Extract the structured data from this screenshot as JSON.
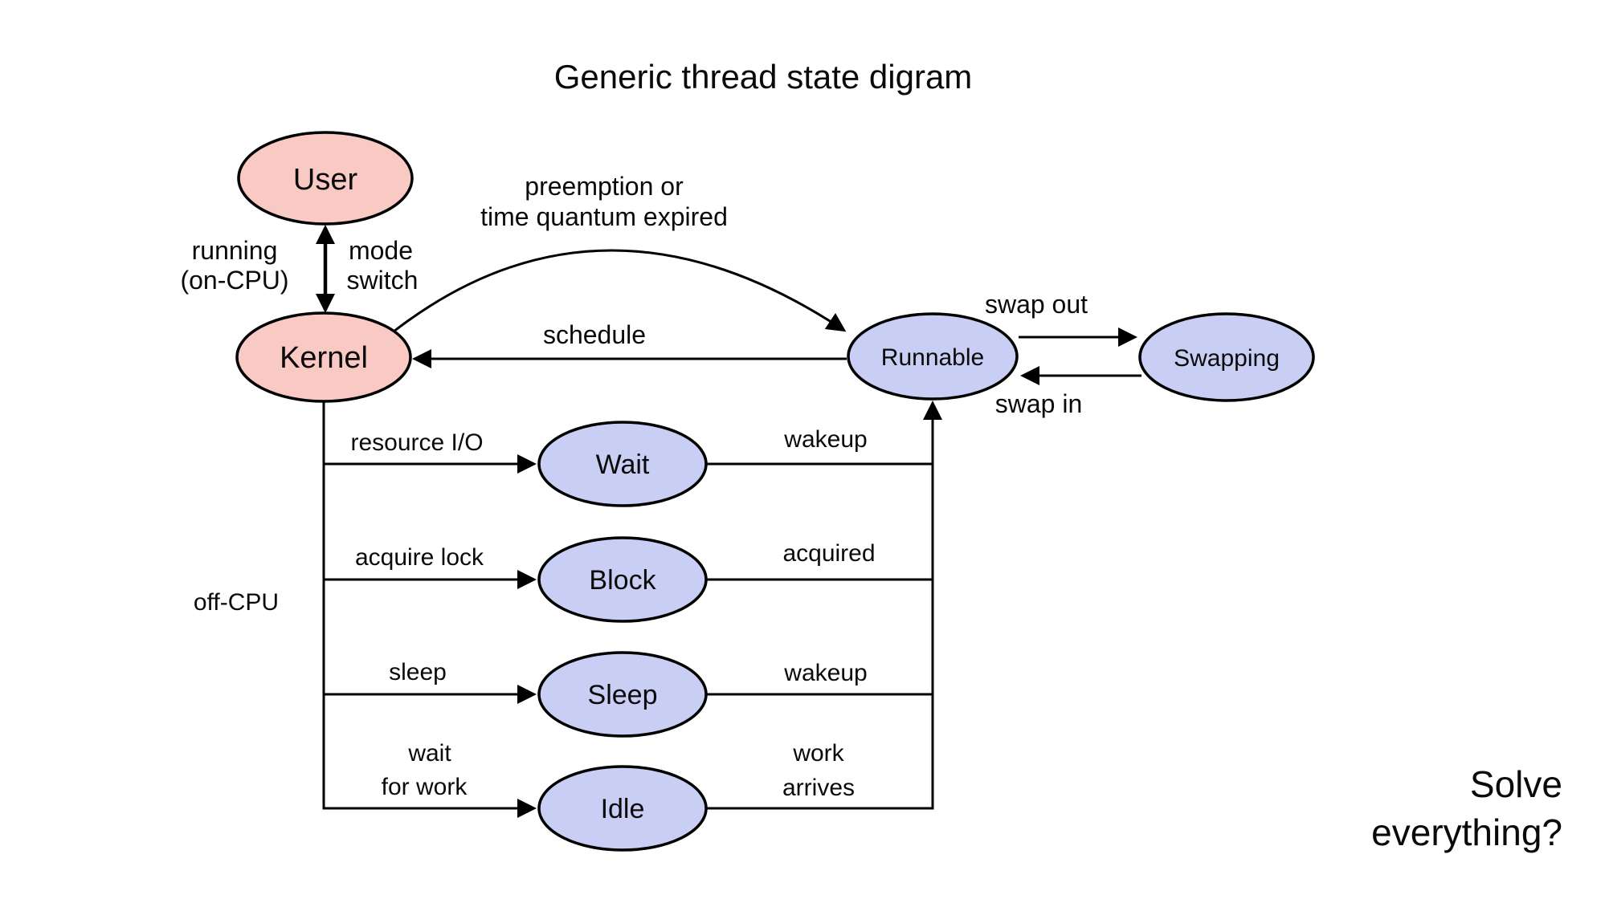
{
  "title": "Generic thread state digram",
  "states": {
    "user": "User",
    "kernel": "Kernel",
    "runnable": "Runnable",
    "swapping": "Swapping",
    "wait": "Wait",
    "block": "Block",
    "sleep": "Sleep",
    "idle": "Idle"
  },
  "edges": {
    "running": {
      "line1": "running",
      "line2": "(on-CPU)"
    },
    "mode_switch": {
      "line1": "mode",
      "line2": "switch"
    },
    "preemption": {
      "line1": "preemption or",
      "line2": "time quantum expired"
    },
    "schedule": "schedule",
    "swap_out": "swap out",
    "swap_in": "swap in",
    "resource_io": "resource I/O",
    "wakeup_from_wait": "wakeup",
    "acquire_lock": "acquire lock",
    "acquired": "acquired",
    "sleep": "sleep",
    "wakeup_from_sleep": "wakeup",
    "wait_for_work": {
      "line1": "wait",
      "line2": "for work"
    },
    "work_arrives": {
      "line1": "work",
      "line2": "arrives"
    },
    "off_cpu": "off-CPU"
  },
  "note": {
    "line1": "Solve",
    "line2": "everything?"
  },
  "colors": {
    "state_pink": "#f9c9c4",
    "state_blue": "#c8cef4",
    "line": "#000000"
  }
}
